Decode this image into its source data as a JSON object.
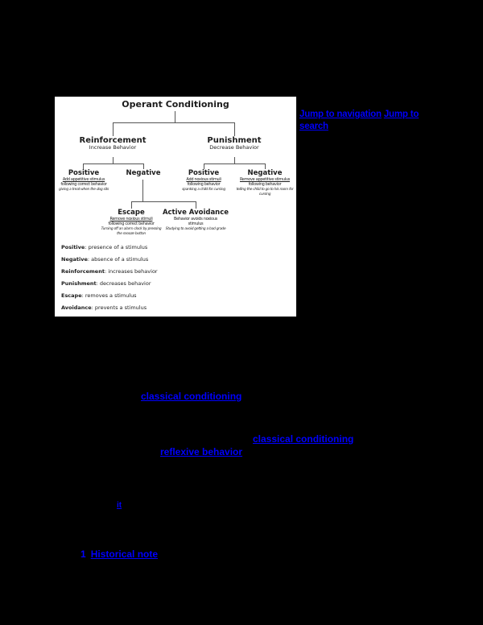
{
  "colors": {
    "page_background": "#000000",
    "link": "#0000ff",
    "diagram_background": "#ffffff",
    "diagram_text": "#1c1c1c",
    "diagram_line": "#555555"
  },
  "jump_links": {
    "nav": "Jump to navigation",
    "search_line1": "Jump to",
    "search_line2": "search"
  },
  "diagram": {
    "title": "Operant Conditioning",
    "reinforcement": {
      "label": "Reinforcement",
      "sub": "Increase Behavior"
    },
    "punishment": {
      "label": "Punishment",
      "sub": "Decrease Behavior"
    },
    "r_positive": {
      "label": "Positive",
      "line1": "Add appetitive stimulus",
      "line2": "following correct behavior",
      "example": "giving a treat when the dog sits"
    },
    "r_negative": {
      "label": "Negative"
    },
    "p_positive": {
      "label": "Positive",
      "line1": "Add noxious stimuli",
      "line2": "following behavior",
      "example": "spanking a child for cursing"
    },
    "p_negative": {
      "label": "Negative",
      "line1": "Remove appetitive stimulus",
      "line2": "following behavior",
      "example": "telling the child to go to his room for cursing"
    },
    "escape": {
      "label": "Escape",
      "line1": "Remove noxious stimuli",
      "line2": "following correct behavior",
      "example": "Turning off an alarm clock by pressing the snooze button"
    },
    "avoidance": {
      "label": "Active Avoidance",
      "line1": "Behavior avoids noxious",
      "line2": "stimulus",
      "example": "Studying to avoid getting a bad grade"
    },
    "legend": [
      {
        "term": "Positive",
        "desc": ": presence of a stimulus"
      },
      {
        "term": "Negative",
        "desc": ": absence of a stimulus"
      },
      {
        "term": "Reinforcement",
        "desc": ": increases behavior"
      },
      {
        "term": "Punishment",
        "desc": ": decreases behavior"
      },
      {
        "term": "Escape",
        "desc": ": removes a stimulus"
      },
      {
        "term": "Avoidance",
        "desc": ": prevents a stimulus"
      }
    ]
  },
  "body_links": {
    "classical_1": "classical conditioning",
    "classical_2": "classical conditioning",
    "reflexive": "reflexive behavior",
    "it": "it"
  },
  "toc": {
    "number": "1",
    "label": "Historical note"
  }
}
